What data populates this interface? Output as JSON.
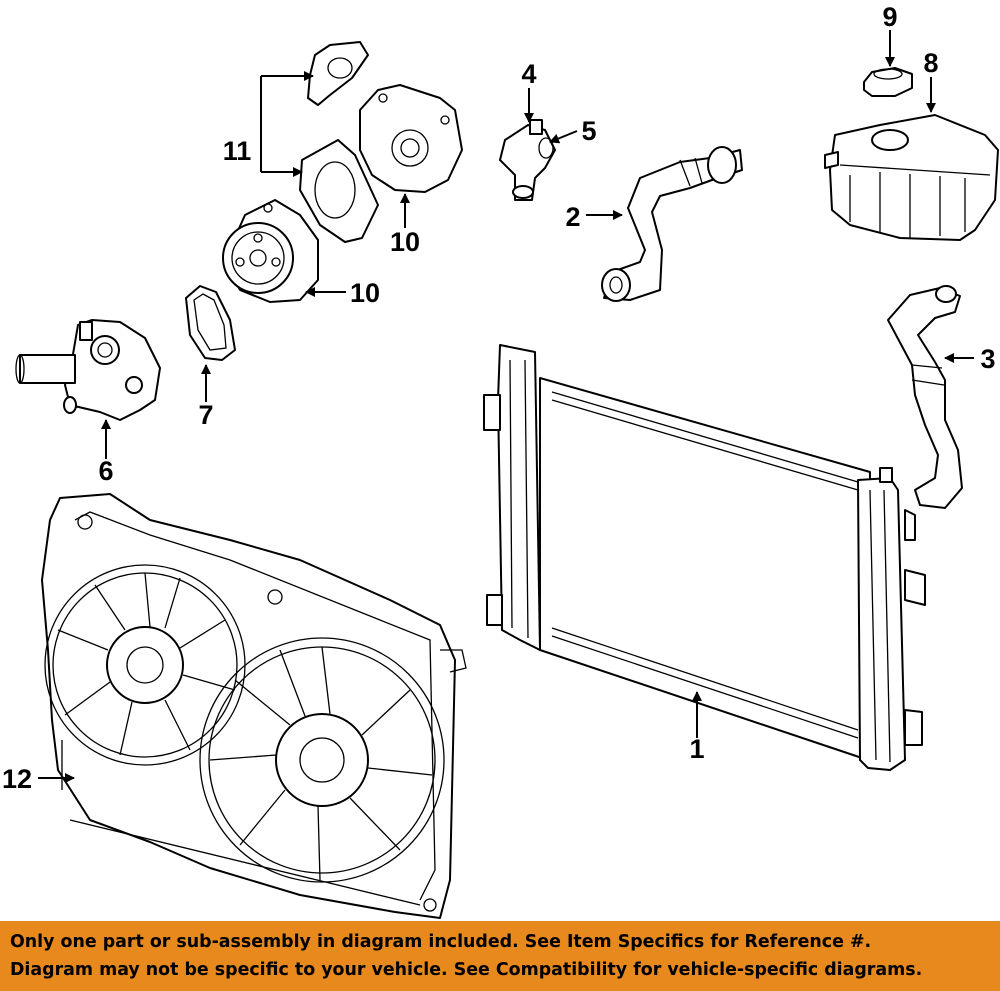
{
  "callouts": {
    "c1": "1",
    "c2": "2",
    "c3": "3",
    "c4": "4",
    "c5": "5",
    "c6": "6",
    "c7": "7",
    "c8": "8",
    "c9": "9",
    "c10a": "10",
    "c10b": "10",
    "c11": "11",
    "c12": "12"
  },
  "banner": {
    "line1": "Only one part or sub-assembly in diagram included. See Item Specifics for Reference #.",
    "line2": "Diagram may not be specific to your vehicle. See Compatibility for vehicle-specific diagrams."
  },
  "colors": {
    "banner": "#e8891e",
    "ink": "#000000",
    "paper": "#ffffff"
  }
}
